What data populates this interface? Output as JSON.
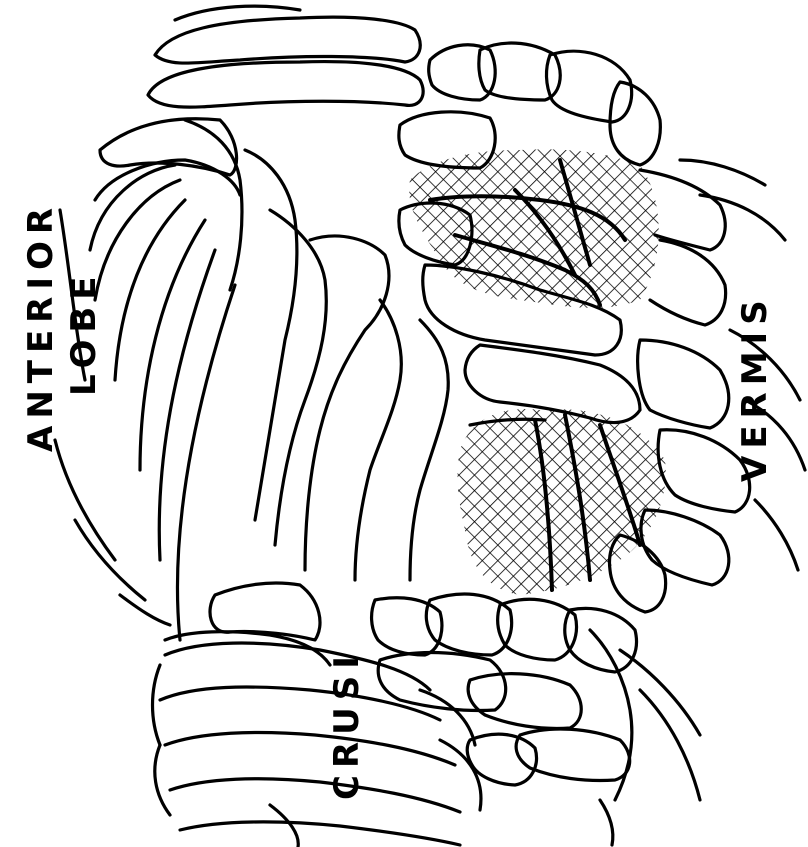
{
  "labels": {
    "anterior": "ANTERIOR",
    "lobe": "LOBE",
    "vermis": "VERMIS",
    "crusi": "CRUSI"
  }
}
